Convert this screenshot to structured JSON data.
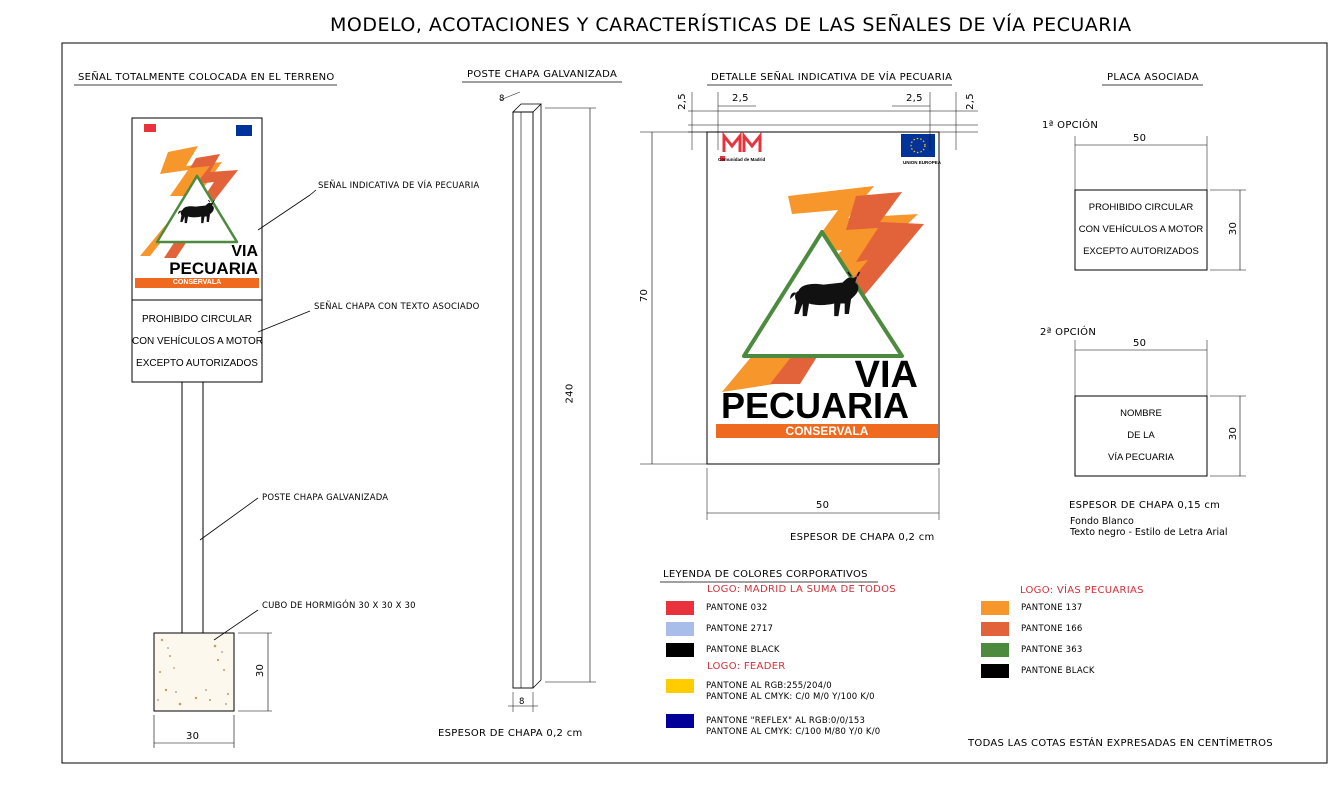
{
  "title": "MODELO, ACOTACIONES Y CARACTERÍSTICAS DE LAS SEÑALES DE VÍA PECUARIA",
  "sections": {
    "installed": "SEÑAL TOTALMENTE COLOCADA EN EL TERRENO",
    "post": "POSTE CHAPA GALVANIZADA",
    "detail": "DETALLE SEÑAL INDICATIVA DE VÍA PECUARIA",
    "plate": "PLACA ASOCIADA"
  },
  "callouts": {
    "sign": "SEÑAL INDICATIVA DE VÍA PECUARIA",
    "plate": "SEÑAL CHAPA CON TEXTO ASOCIADO",
    "post": "POSTE CHAPA GALVANIZADA",
    "cube": "CUBO DE HORMIGÓN 30 X 30 X 30"
  },
  "sign": {
    "line1": "VIA",
    "line2": "PECUARIA",
    "band": "CONSERVALA",
    "madrid_logo": "Comunidad de Madrid",
    "eu_logo": "UNION EUROPEA"
  },
  "plate_text": [
    "PROHIBIDO CIRCULAR",
    "CON VEHÍCULOS A MOTOR",
    "EXCEPTO AUTORIZADOS"
  ],
  "plate_option1_label": "1ª OPCIÓN",
  "plate_option2_label": "2ª OPCIÓN",
  "plate_option2_text": [
    "NOMBRE",
    "DE LA",
    "VÍA PECUARIA"
  ],
  "dims": {
    "cube_w": "30",
    "cube_h": "30",
    "post_h": "240",
    "post_w": "8",
    "sign_h": "70",
    "sign_w": "50",
    "margin_left": "2,5",
    "margin_right": "2,5",
    "margin_top_left": "2,5",
    "margin_top_right": "2,5",
    "plate1_w": "50",
    "plate1_h": "30",
    "plate2_w": "50",
    "plate2_h": "30"
  },
  "thickness": {
    "post": "ESPESOR DE CHAPA 0,2 cm",
    "sign": "ESPESOR DE CHAPA 0,2 cm",
    "plate": "ESPESOR DE CHAPA 0,15 cm"
  },
  "plate_notes": [
    "Fondo Blanco",
    "Texto negro - Estilo de Letra Arial"
  ],
  "legend": {
    "title": "LEYENDA  DE COLORES CORPORATIVOS",
    "group_madrid": "LOGO: MADRID LA SUMA DE TODOS",
    "group_feader": "LOGO: FEADER",
    "group_vias": "LOGO: VÍAS PECUARIAS",
    "madrid": [
      {
        "label": "PANTONE 032",
        "color": "#e8333c"
      },
      {
        "label": "PANTONE 2717",
        "color": "#a9bdea"
      },
      {
        "label": "PANTONE BLACK",
        "color": "#000000"
      }
    ],
    "feader": [
      {
        "label": "PANTONE AL RGB:255/204/0",
        "label2": "PANTONE AL CMYK: C/0   M/0   Y/100   K/0",
        "color": "#ffcc00"
      },
      {
        "label": "PANTONE \"REFLEX\" AL RGB:0/0/153",
        "label2": "PANTONE AL CMYK: C/100   M/80   Y/0   K/0",
        "color": "#000099"
      }
    ],
    "vias": [
      {
        "label": "PANTONE 137",
        "color": "#f7962b"
      },
      {
        "label": "PANTONE 166",
        "color": "#e2633a"
      },
      {
        "label": "PANTONE 363",
        "color": "#4c8a3e"
      },
      {
        "label": "PANTONE BLACK",
        "color": "#000000"
      }
    ]
  },
  "footer": "TODAS LAS COTAS ESTÁN EXPRESADAS EN CENTÍMETROS"
}
